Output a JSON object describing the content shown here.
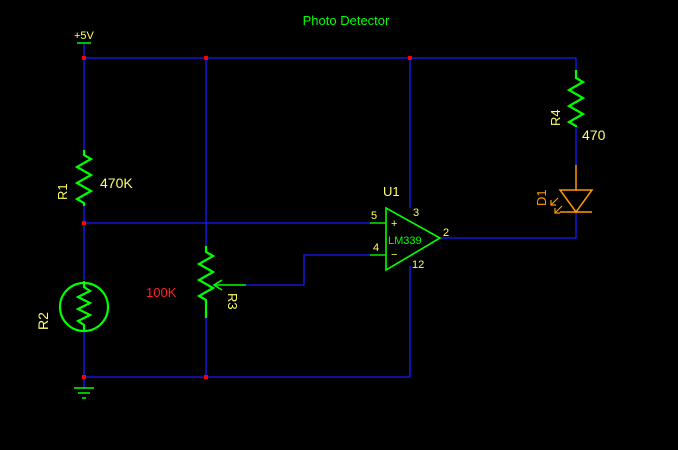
{
  "title": "Photo Detector",
  "power": {
    "label": "+5V"
  },
  "components": {
    "r1": {
      "ref": "R1",
      "value": "470K"
    },
    "r2": {
      "ref": "R2"
    },
    "r3": {
      "ref": "R3",
      "value": "100K"
    },
    "r4": {
      "ref": "R4",
      "value": "470"
    },
    "d1": {
      "ref": "D1"
    },
    "u1": {
      "ref": "U1",
      "part": "LM339",
      "plus": "+",
      "minus": "−",
      "pin5": "5",
      "pin4": "4",
      "pin3": "3",
      "pin12": "12",
      "pin2": "2"
    }
  },
  "colors": {
    "wire": "#1a1aff",
    "component": "#00ff00",
    "label": "#ffff66",
    "junction": "#ff0000",
    "value_red": "#ff2222",
    "diode": "#ff9900"
  }
}
